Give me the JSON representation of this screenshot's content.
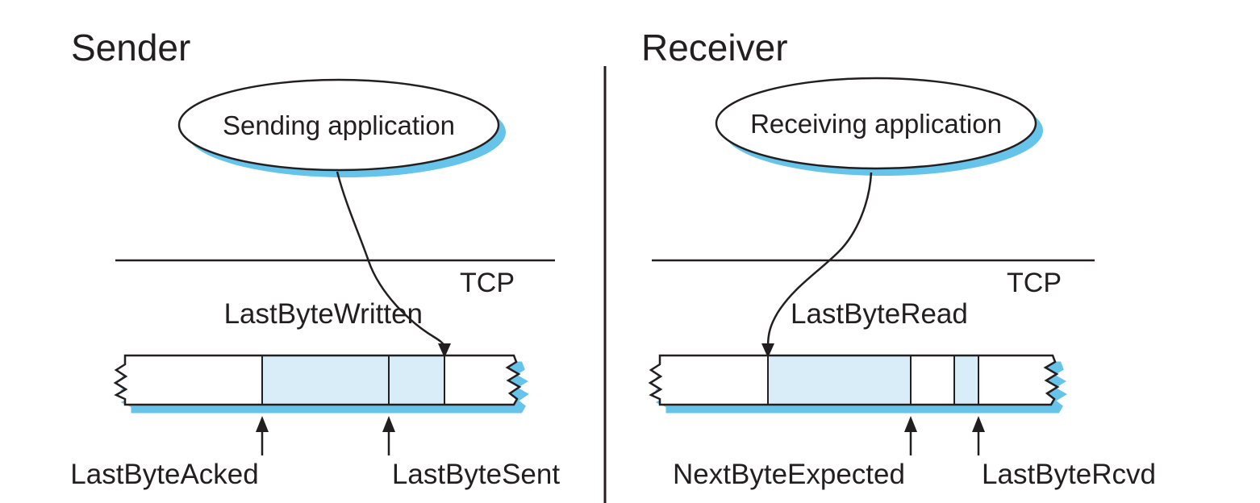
{
  "diagram": {
    "sender": {
      "heading": "Sender",
      "app_label": "Sending application",
      "tcp_label": "TCP",
      "pointers": {
        "written": "LastByteWritten",
        "acked": "LastByteAcked",
        "sent": "LastByteSent"
      }
    },
    "receiver": {
      "heading": "Receiver",
      "app_label": "Receiving application",
      "tcp_label": "TCP",
      "pointers": {
        "read": "LastByteRead",
        "next_expected": "NextByteExpected",
        "last_rcvd": "LastByteRcvd"
      }
    },
    "colors": {
      "ink": "#231f20",
      "buffer_shade": "#d9edf8",
      "shadow_blue": "#66c3ea",
      "background": "#ffffff"
    }
  }
}
